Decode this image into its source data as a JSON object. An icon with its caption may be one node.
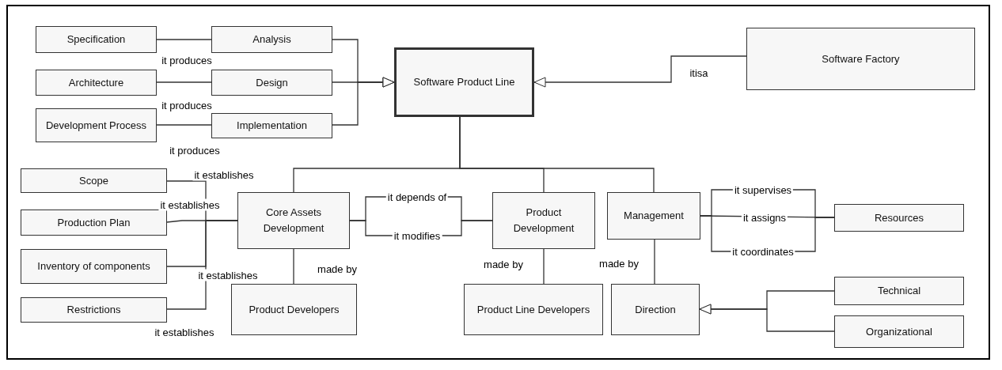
{
  "diagram": {
    "nodes": [
      {
        "text": [
          "Software Product Line"
        ]
      },
      {
        "text": [
          "Software Factory"
        ]
      },
      {
        "text": [
          "Specification"
        ]
      },
      {
        "text": [
          "Analysis"
        ]
      },
      {
        "text": [
          "Architecture"
        ]
      },
      {
        "text": [
          "Design"
        ]
      },
      {
        "text": [
          "Development Process"
        ]
      },
      {
        "text": [
          "Implementation"
        ]
      },
      {
        "text": [
          "Scope"
        ]
      },
      {
        "text": [
          "Production Plan"
        ]
      },
      {
        "text": [
          "Inventory of components"
        ]
      },
      {
        "text": [
          "Restrictions"
        ]
      },
      {
        "text": [
          "Core Assets Development"
        ]
      },
      {
        "text": [
          "Product Developers"
        ]
      },
      {
        "text": [
          "Product Development"
        ]
      },
      {
        "text": [
          "Product Line Developers"
        ]
      },
      {
        "text": [
          "Management"
        ]
      },
      {
        "text": [
          "Direction"
        ]
      },
      {
        "text": [
          "Resources"
        ]
      },
      {
        "text": [
          "Technical"
        ]
      },
      {
        "text": [
          "Organizational"
        ]
      }
    ],
    "edges": [
      {
        "from": 2,
        "to": 3,
        "arrow": "none",
        "label": "it produces"
      },
      {
        "from": 4,
        "to": 5,
        "arrow": "none",
        "label": "it produces"
      },
      {
        "from": 6,
        "to": 7,
        "arrow": "none",
        "label": "it produces"
      },
      {
        "from": 3,
        "to": 0,
        "arrow": "to"
      },
      {
        "from": 5,
        "to": 0,
        "arrow": "to"
      },
      {
        "from": 7,
        "to": 0,
        "arrow": "to"
      },
      {
        "from": 1,
        "to": 0,
        "arrow": "to",
        "label": "itisa"
      },
      {
        "from": 0,
        "to": 12,
        "arrow": "other"
      },
      {
        "from": 0,
        "to": 14,
        "arrow": "other"
      },
      {
        "from": 0,
        "to": 16,
        "arrow": "other"
      },
      {
        "from": 8,
        "to": 12,
        "arrow": "none",
        "label": "it establishes"
      },
      {
        "from": 9,
        "to": 12,
        "arrow": "none",
        "label": "it establishes"
      },
      {
        "from": 10,
        "to": 12,
        "arrow": "none",
        "label": "it establishes"
      },
      {
        "from": 11,
        "to": 12,
        "arrow": "none",
        "label": "it establishes"
      },
      {
        "from": 12,
        "to": 14,
        "arrow": "none",
        "label": "it depends of"
      },
      {
        "from": 12,
        "to": 14,
        "arrow": "none",
        "label": "it modifies"
      },
      {
        "from": 12,
        "to": 13,
        "arrow": "none",
        "label": "made by"
      },
      {
        "from": 14,
        "to": 15,
        "arrow": "none",
        "label": "made by"
      },
      {
        "from": 16,
        "to": 17,
        "arrow": "none",
        "label": "made by"
      },
      {
        "from": 16,
        "to": 18,
        "arrow": "none",
        "label": "it supervises"
      },
      {
        "from": 16,
        "to": 18,
        "arrow": "none",
        "label": "it assigns"
      },
      {
        "from": 16,
        "to": 18,
        "arrow": "none",
        "label": "it coordinates"
      },
      {
        "from": 19,
        "to": 17,
        "arrow": "to"
      },
      {
        "from": 20,
        "to": 17,
        "arrow": "to"
      }
    ]
  }
}
